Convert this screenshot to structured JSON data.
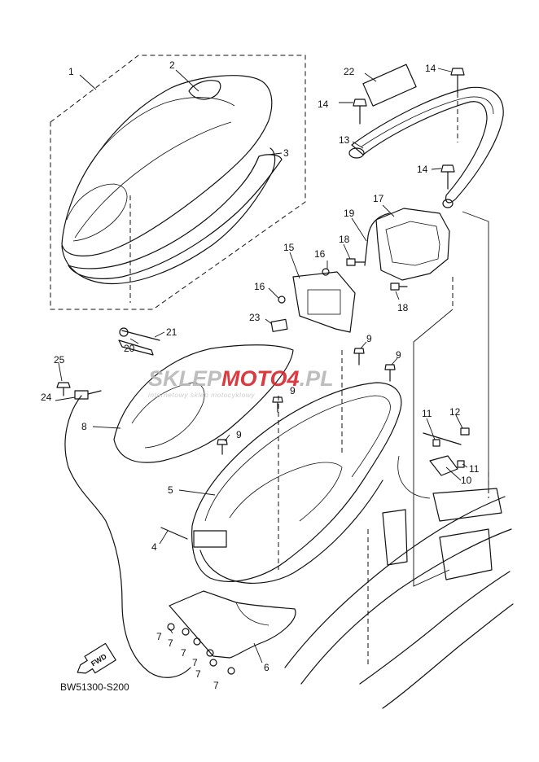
{
  "diagram": {
    "ref_code": "BW51300-S200",
    "fwd_label": "FWD",
    "colors": {
      "line": "#111111",
      "background": "#ffffff",
      "wm_gray": "#b8b8b8",
      "wm_red": "#d7262d"
    }
  },
  "watermark": {
    "brand_a": "SKLEP",
    "brand_b": "MOTO",
    "brand_c": "4",
    "brand_d": ".PL",
    "tagline": "internetowy sklep motocyklowy"
  },
  "callouts": [
    {
      "id": "c1",
      "label": "1"
    },
    {
      "id": "c2",
      "label": "2"
    },
    {
      "id": "c3",
      "label": "3"
    },
    {
      "id": "c4",
      "label": "4"
    },
    {
      "id": "c5",
      "label": "5"
    },
    {
      "id": "c6",
      "label": "6"
    },
    {
      "id": "c7a",
      "label": "7"
    },
    {
      "id": "c7b",
      "label": "7"
    },
    {
      "id": "c7c",
      "label": "7"
    },
    {
      "id": "c7d",
      "label": "7"
    },
    {
      "id": "c7e",
      "label": "7"
    },
    {
      "id": "c7f",
      "label": "7"
    },
    {
      "id": "c8",
      "label": "8"
    },
    {
      "id": "c9a",
      "label": "9"
    },
    {
      "id": "c9b",
      "label": "9"
    },
    {
      "id": "c9c",
      "label": "9"
    },
    {
      "id": "c9d",
      "label": "9"
    },
    {
      "id": "c10",
      "label": "10"
    },
    {
      "id": "c11a",
      "label": "11"
    },
    {
      "id": "c11b",
      "label": "11"
    },
    {
      "id": "c12",
      "label": "12"
    },
    {
      "id": "c13",
      "label": "13"
    },
    {
      "id": "c14a",
      "label": "14"
    },
    {
      "id": "c14b",
      "label": "14"
    },
    {
      "id": "c14c",
      "label": "14"
    },
    {
      "id": "c15",
      "label": "15"
    },
    {
      "id": "c16a",
      "label": "16"
    },
    {
      "id": "c16b",
      "label": "16"
    },
    {
      "id": "c17",
      "label": "17"
    },
    {
      "id": "c18a",
      "label": "18"
    },
    {
      "id": "c18b",
      "label": "18"
    },
    {
      "id": "c19",
      "label": "19"
    },
    {
      "id": "c20",
      "label": "20"
    },
    {
      "id": "c21",
      "label": "21"
    },
    {
      "id": "c22",
      "label": "22"
    },
    {
      "id": "c23",
      "label": "23"
    },
    {
      "id": "c24",
      "label": "24"
    },
    {
      "id": "c25",
      "label": "25"
    }
  ]
}
